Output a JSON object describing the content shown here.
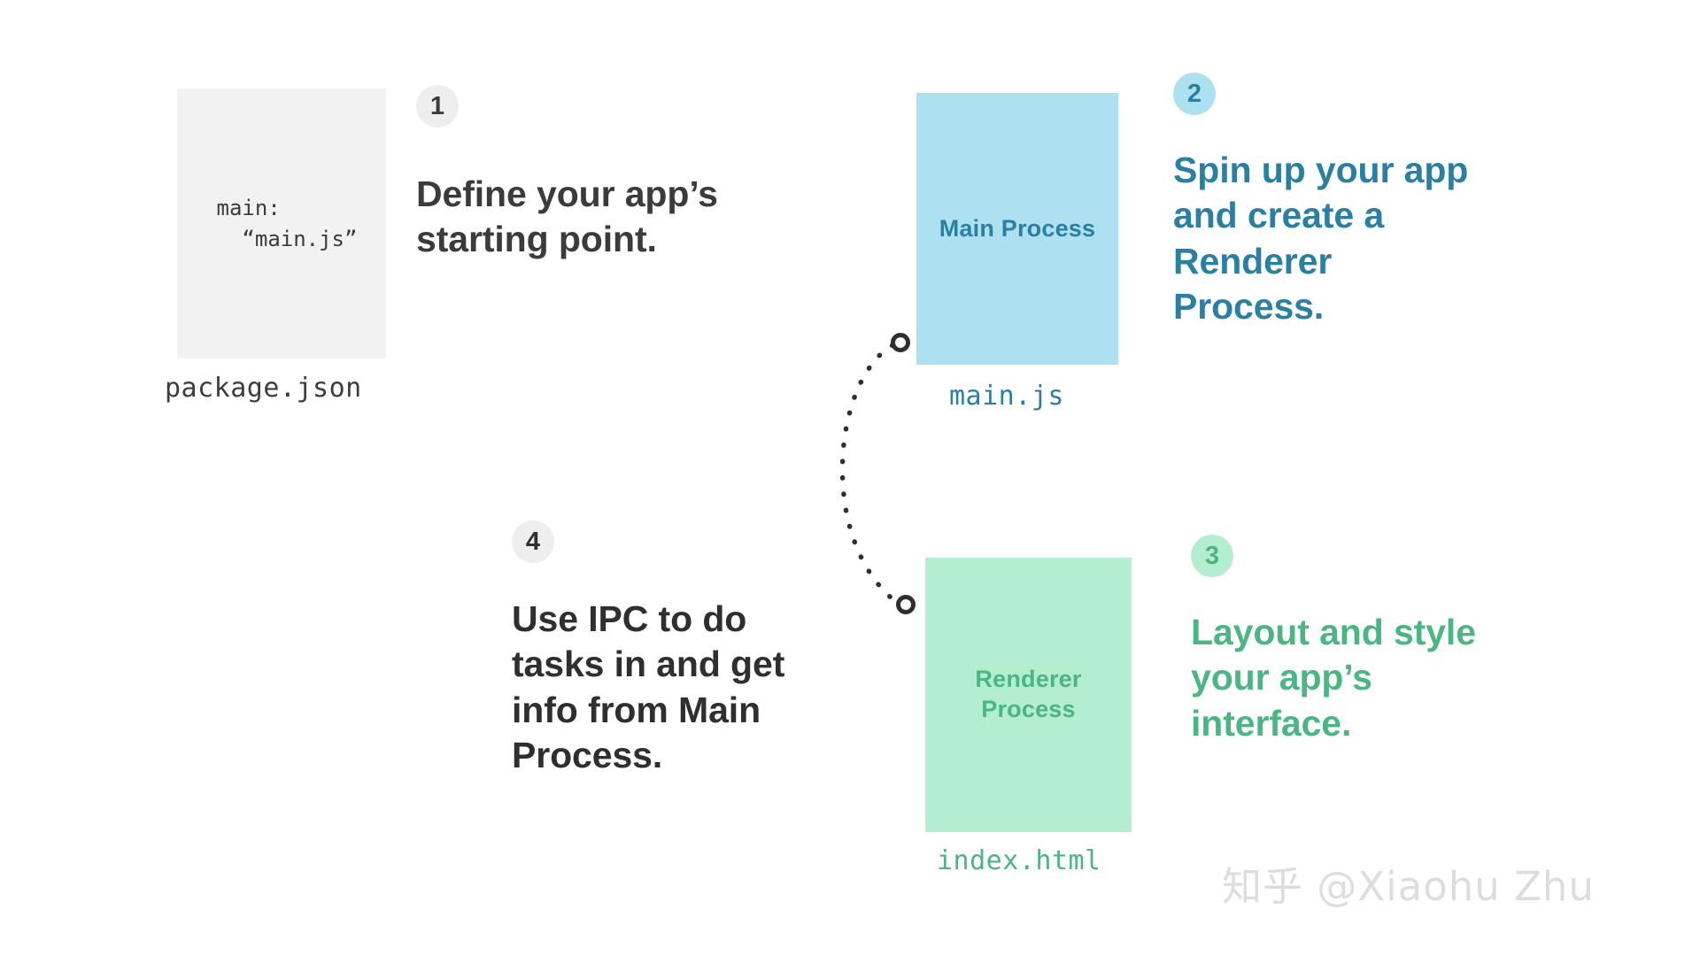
{
  "diagram": {
    "title": "Electron app architecture flow",
    "background_color": "#ffffff",
    "colors": {
      "gray_box": "#f2f2f2",
      "gray_text": "#3b3b3b",
      "blue_box": "#ade1f2",
      "blue_text": "#2b7fa3",
      "green_box": "#b4eed1",
      "green_text": "#4cb584",
      "badge_neutral": "#eeeeee",
      "connector_dots": "#2f2f2f",
      "watermark": "#dddddd"
    }
  },
  "boxes": {
    "package": {
      "code": "main:\n  “main.js”",
      "caption": "package.json"
    },
    "main_process": {
      "label": "Main\nProcess",
      "caption": "main.js"
    },
    "renderer_process": {
      "label": "Renderer\nProcess",
      "caption": "index.html"
    }
  },
  "steps": [
    {
      "number": "1",
      "text": "Define your app’s\nstarting point."
    },
    {
      "number": "2",
      "text": "Spin up your app\nand create a\nRenderer\nProcess."
    },
    {
      "number": "3",
      "text": "Layout and style\nyour app’s\ninterface."
    },
    {
      "number": "4",
      "text": "Use IPC to do\ntasks in and get\ninfo from Main\nProcess."
    }
  ],
  "connector": {
    "name": "ipc-dotted-curve",
    "from": "main-process-box",
    "to": "renderer-process-box",
    "style": "dotted"
  },
  "watermark": {
    "text": "知乎 @Xiaohu Zhu"
  }
}
